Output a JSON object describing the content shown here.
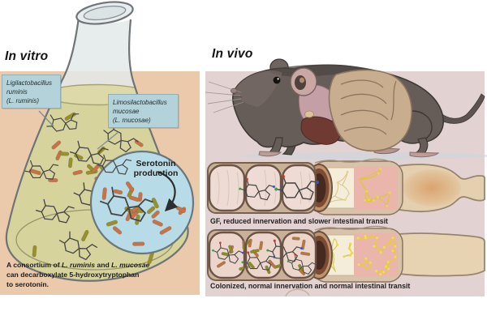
{
  "colors": {
    "invitro_panel_bg": "#ebc9ab",
    "invivo_panel_bg": "#e2d3d2",
    "label_box_bg": "#b3d2da",
    "bubble_bg": "#b8dce7",
    "flask_liquid": "#d6d39d",
    "bacteria_orange": "#c5744a",
    "bacteria_olive": "#97902f",
    "innervation_yellow": "#e6cf33",
    "mouse_body": "#665c58"
  },
  "invitro": {
    "title": "In vitro",
    "label_ruminis": {
      "line1": "Ligilactobacillus",
      "line2": "ruminis",
      "line3": "(L. ruminis)"
    },
    "label_mucosae": {
      "line1": "Limosilactobacillus",
      "line2": "mucosae",
      "line3": "(L. mucosae)"
    },
    "bubble": {
      "line1": "Serotonin",
      "line2": "production"
    },
    "caption": {
      "p1": "A consortium of ",
      "p2": "L. ruminis",
      "p3": " and ",
      "p4": "L. mucosae",
      "p5": "can decarboxylate 5-hydroxytryptophan",
      "p6": "to serotonin."
    }
  },
  "invivo": {
    "title": "In vivo",
    "caption_gf": "GF, reduced innervation and slower intestinal transit",
    "caption_colonized": "Colonized, normal innervation and normal intestinal transit"
  }
}
